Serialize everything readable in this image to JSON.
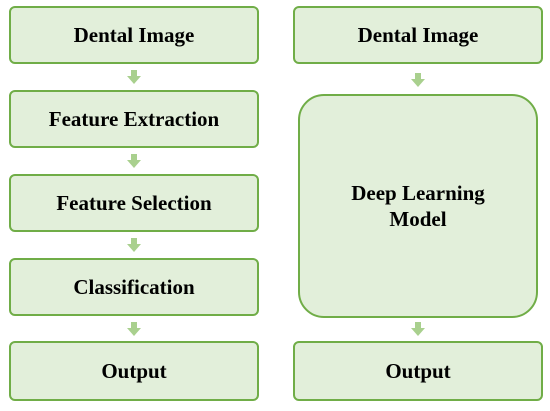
{
  "colors": {
    "box_fill": "#e2efda",
    "box_border": "#70ad47",
    "arrow": "#a9d08e"
  },
  "left": {
    "steps": [
      "Dental Image",
      "Feature Extraction",
      "Feature Selection",
      "Classification",
      "Output"
    ]
  },
  "right": {
    "steps": [
      "Dental Image",
      "Deep Learning\nModel",
      "Output"
    ]
  }
}
